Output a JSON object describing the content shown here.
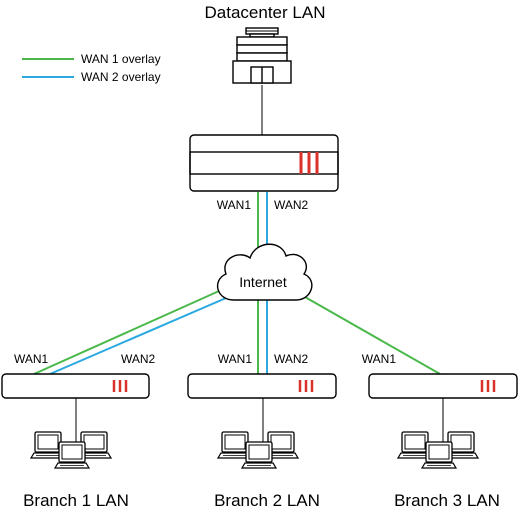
{
  "datacenter": {
    "label": "Datacenter LAN",
    "icon": "building-icon"
  },
  "legend": [
    {
      "label": "WAN 1 overlay",
      "color": "#4ab84a"
    },
    {
      "label": "WAN 2 overlay",
      "color": "#29a9e0"
    }
  ],
  "hub": {
    "wan1_label": "WAN1",
    "wan2_label": "WAN2",
    "icon": "firewall-icon"
  },
  "cloud": {
    "label": "Internet",
    "icon": "cloud-icon"
  },
  "branches": [
    {
      "label": "Branch 1 LAN",
      "wan1_label": "WAN1",
      "wan2_label": "WAN2"
    },
    {
      "label": "Branch 2 LAN",
      "wan1_label": "WAN1",
      "wan2_label": "WAN2"
    },
    {
      "label": "Branch 3 LAN",
      "wan1_label": "WAN1"
    }
  ],
  "colors": {
    "device_stroke": "#000000",
    "device_accent": "#d9322b"
  }
}
